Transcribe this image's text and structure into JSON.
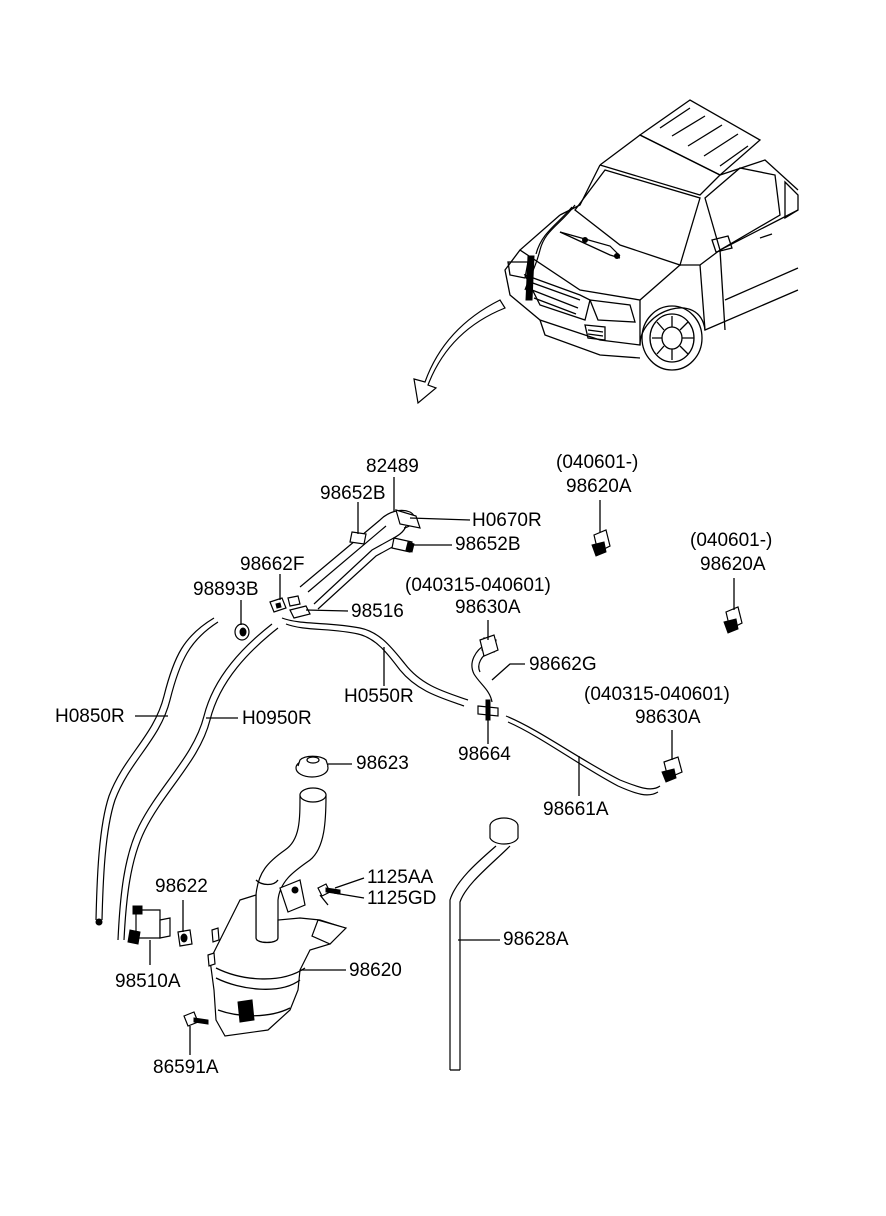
{
  "labels": {
    "p82489": "82489",
    "p98652b_top": "98652B",
    "p98652b_bottom": "98652B",
    "ph0670r": "H0670R",
    "p98662f": "98662F",
    "p98893b": "98893B",
    "p98516": "98516",
    "ph0550r": "H0550R",
    "ph0850r": "H0850R",
    "ph0950r": "H0950R",
    "p98623": "98623",
    "p98622": "98622",
    "p98510a": "98510A",
    "p1125aa": "1125AA",
    "p1125gd": "1125GD",
    "p98620": "98620",
    "p86591a": "86591A",
    "p98628a": "98628A",
    "p98664": "98664",
    "p98662g": "98662G",
    "p98661a": "98661A",
    "range_040601_1": "(040601-)",
    "p98620a_1": "98620A",
    "range_040601_2": "(040601-)",
    "p98620a_2": "98620A",
    "range_040315_1": "(040315-040601)",
    "p98630a_1": "98630A",
    "range_040315_2": "(040315-040601)",
    "p98630a_2": "98630A"
  }
}
